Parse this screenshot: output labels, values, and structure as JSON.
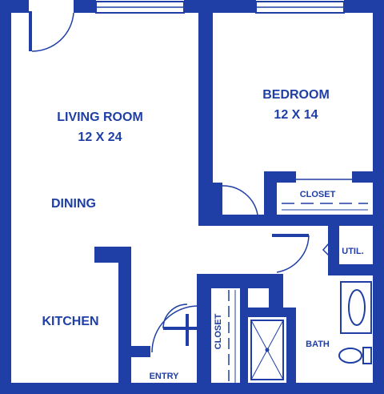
{
  "rooms": {
    "living_room": {
      "name": "LIVING ROOM",
      "size": "12 X 24"
    },
    "bedroom": {
      "name": "BEDROOM",
      "size": "12 X 14"
    },
    "dining": {
      "name": "DINING"
    },
    "kitchen": {
      "name": "KITCHEN"
    },
    "bath": {
      "name": "BATH"
    },
    "util": {
      "name": "UTIL."
    },
    "closet_bedroom": {
      "name": "CLOSET"
    },
    "closet_hall": {
      "name": "CLOSET"
    },
    "entry": {
      "name": "ENTRY"
    }
  },
  "colors": {
    "wall": "#1f3fa6",
    "background": "#ffffff"
  }
}
